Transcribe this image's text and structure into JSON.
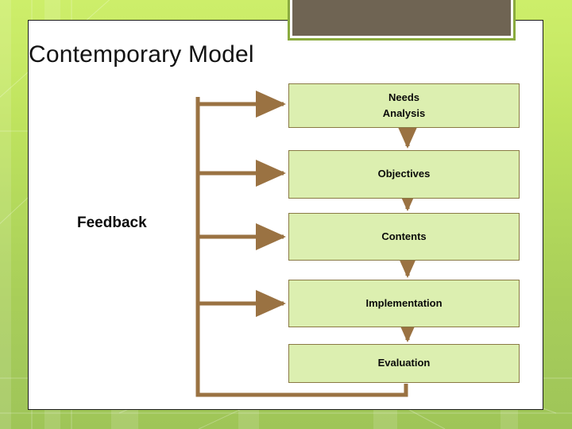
{
  "slide": {
    "title": "Contemporary Model",
    "feedback_label": "Feedback",
    "theme": {
      "background_top": "#cdee6a",
      "background_bottom": "#9fc558",
      "frame_background": "#ffffff",
      "frame_border": "#1b1b1b",
      "banner_fill": "#6f6453",
      "banner_border": "#8aab3e",
      "box_fill": "#dcefb0",
      "box_border": "#8a7a44",
      "connector": "#9a7242",
      "text": "#0a0a0a"
    }
  },
  "diagram": {
    "type": "flowchart",
    "orientation": "vertical",
    "boxes": [
      {
        "id": "needs-analysis",
        "label": "Needs\nAnalysis",
        "line1": "Needs",
        "line2": "Analysis"
      },
      {
        "id": "objectives",
        "label": "Objectives"
      },
      {
        "id": "contents",
        "label": "Contents"
      },
      {
        "id": "implementation",
        "label": "Implementation"
      },
      {
        "id": "evaluation",
        "label": "Evaluation"
      }
    ],
    "flow_arrows": [
      {
        "from": "needs-analysis",
        "to": "objectives",
        "direction": "down"
      },
      {
        "from": "objectives",
        "to": "contents",
        "direction": "down"
      },
      {
        "from": "contents",
        "to": "implementation",
        "direction": "down"
      },
      {
        "from": "implementation",
        "to": "evaluation",
        "direction": "down"
      }
    ],
    "feedback_loop": {
      "label": "Feedback",
      "source": "evaluation",
      "targets": [
        "needs-analysis",
        "objectives",
        "contents",
        "implementation"
      ],
      "description": "Evaluation feeds back via a left-hand bus into the first four stages"
    }
  }
}
